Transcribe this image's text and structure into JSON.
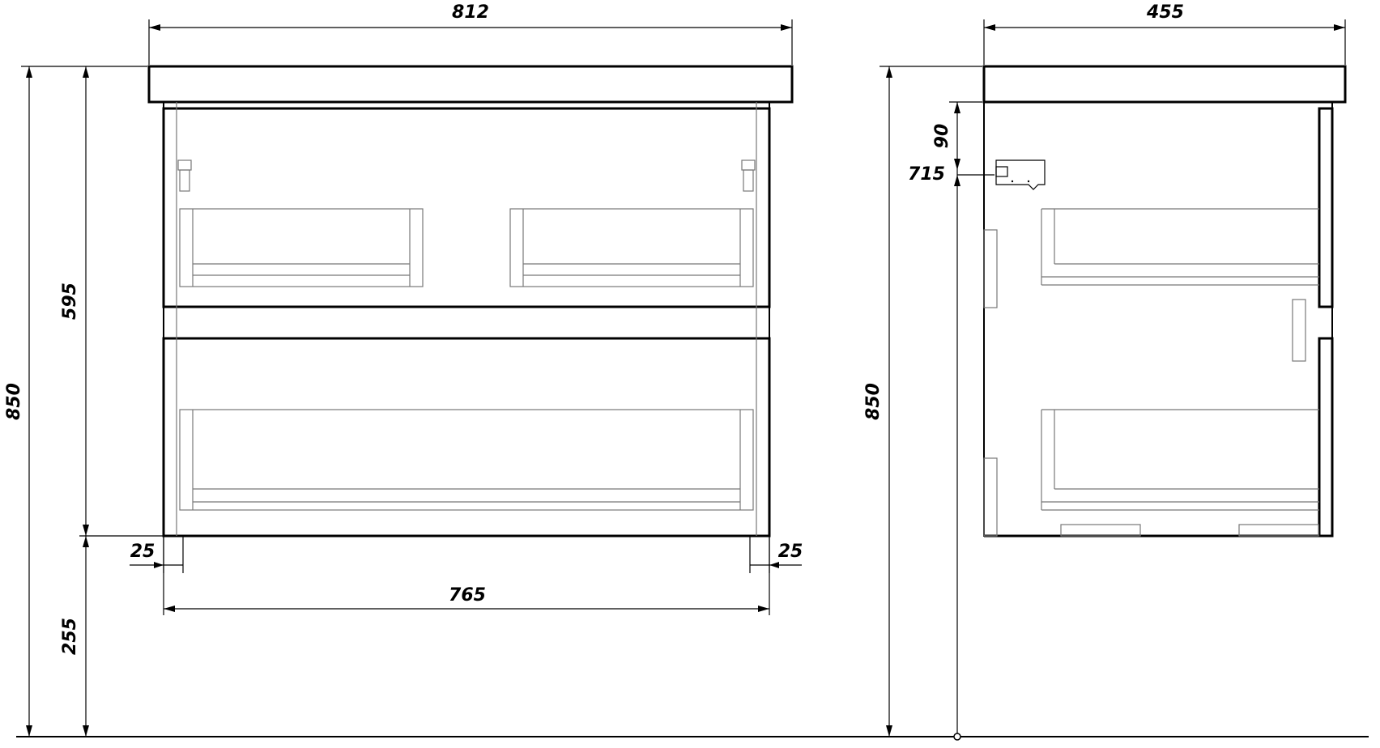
{
  "front_view": {
    "width_overall": "812",
    "width_cabinet": "765",
    "height_overall": "850",
    "height_cabinet": "595",
    "height_floor_gap": "255",
    "side_offset_left": "25",
    "side_offset_right": "25"
  },
  "side_view": {
    "depth_overall": "455",
    "height_overall": "850",
    "top_offset": "90",
    "mount_height": "715"
  },
  "colors": {
    "line": "#000000",
    "hidden_line": "#777777",
    "background": "#ffffff"
  }
}
